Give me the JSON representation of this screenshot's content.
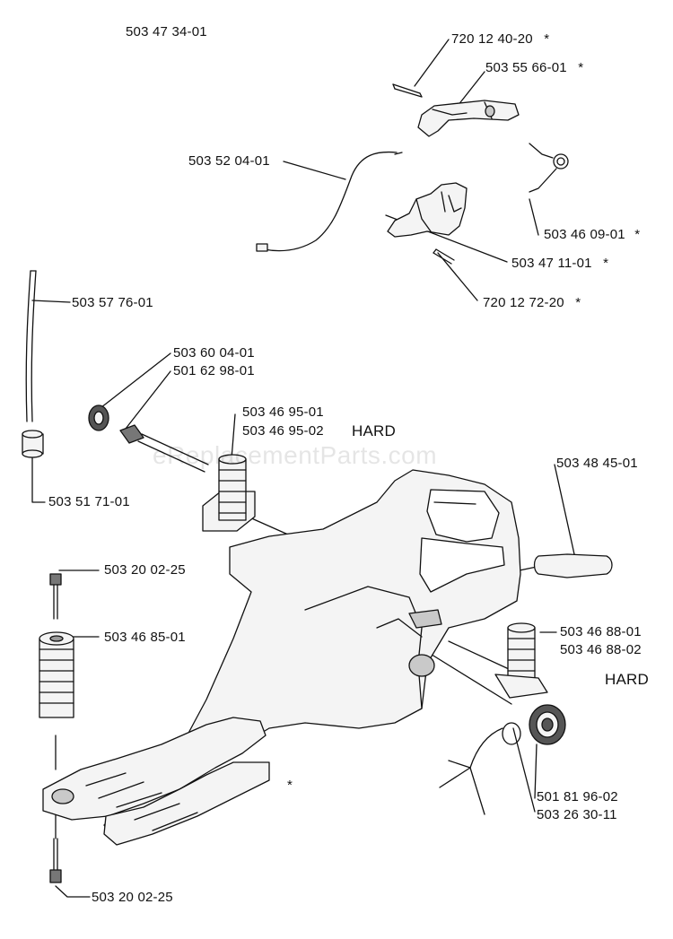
{
  "assembly_number": "503 47 34-01",
  "watermark": "eReplacementParts.com",
  "hard_note": "HARD",
  "star": "*",
  "callouts": {
    "c720124020": "720 12 40-20",
    "c503556601": "503 55 66-01",
    "c503520401": "503 52 04-01",
    "c503460901": "503 46 09-01",
    "c503471101": "503 47 11-01",
    "c720127220": "720 12 72-20",
    "c503577601": "503 57 76-01",
    "c503600401": "503 60 04-01",
    "c501629801": "501 62 98-01",
    "c503469501": "503 46 95-01",
    "c503469502": "503 46 95-02",
    "c503517101": "503 51 71-01",
    "c503484501": "503 48 45-01",
    "c503200225_top": "503 20 02-25",
    "c503468501": "503 46 85-01",
    "c503468801": "503 46 88-01",
    "c503468802": "503 46 88-02",
    "c501819602": "501 81 96-02",
    "c503263011": "503 26 30-11",
    "c503200225_bottom": "503 20 02-25"
  },
  "colors": {
    "ink": "#111111",
    "part_fill": "#f4f4f4",
    "shade": "#c9c9c9"
  }
}
